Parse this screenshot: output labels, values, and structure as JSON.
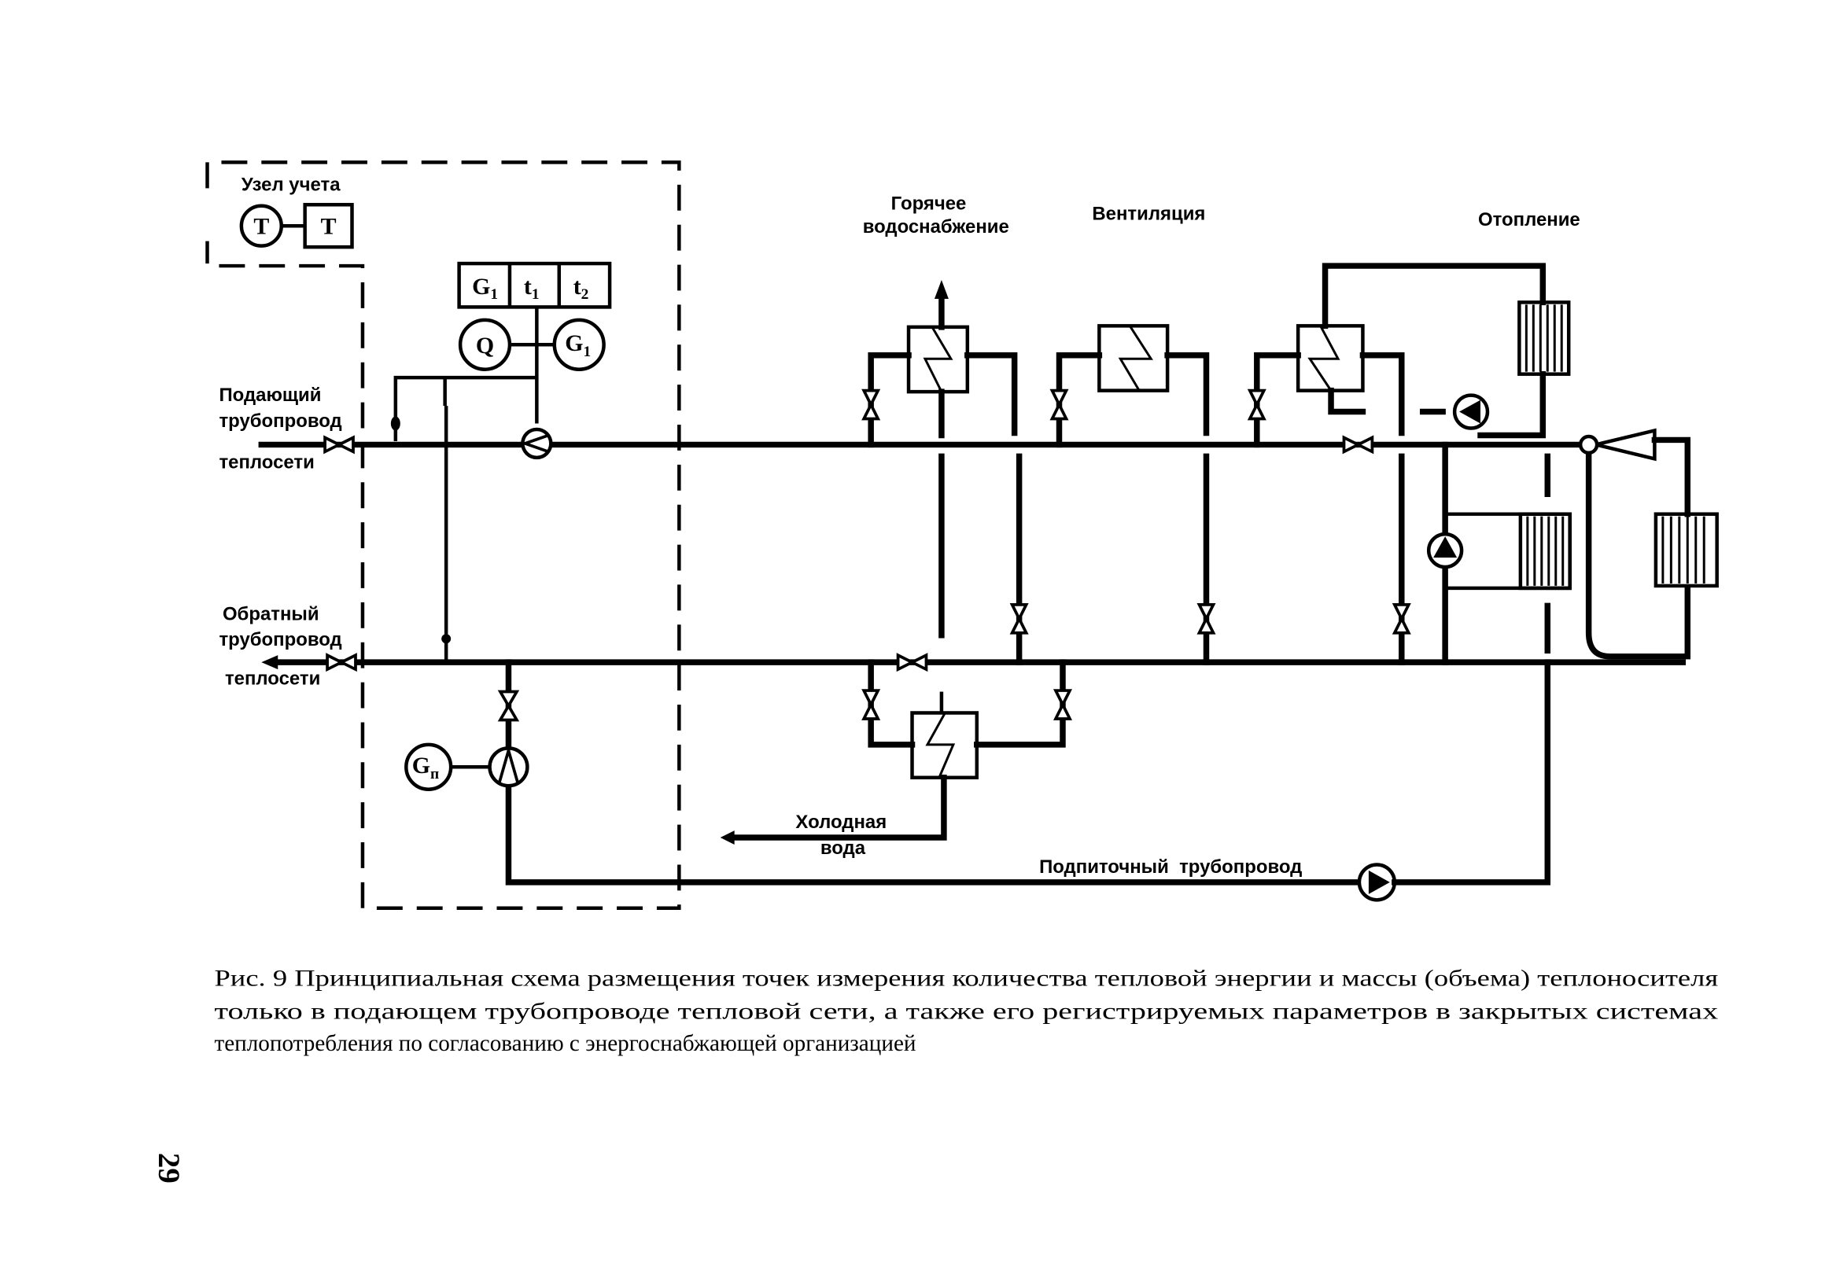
{
  "labels": {
    "metering_unit": "Узел учета",
    "supply_line": [
      "Подающий",
      "трубопровод",
      "теплосети"
    ],
    "return_line": [
      "Обратный",
      "трубопровод",
      "теплосети"
    ],
    "hot_water": [
      "Горячее",
      "водоснабжение"
    ],
    "ventilation": "Вентиляция",
    "heating": "Отопление",
    "cold_water": [
      "Холодная",
      "вода"
    ],
    "makeup_line": "Подпиточный  трубопровод"
  },
  "instruments": {
    "recorder_circle": "T",
    "recorder_box": "T",
    "panel": [
      {
        "base": "G",
        "sub": "1"
      },
      {
        "base": "t",
        "sub": "1"
      },
      {
        "base": "t",
        "sub": "2"
      }
    ],
    "heat_meter": "Q",
    "flow_meter": {
      "base": "G",
      "sub": "1"
    },
    "makeup_meter": {
      "base": "G",
      "sub": "п"
    }
  },
  "caption": {
    "lines": [
      "Рис. 9  Принципиальная схема размещения точек измерения количества тепловой энергии и массы (объема) теплоносителя",
      "только в подающем трубопроводе тепловой сети, а также его регистрируемых параметров в закрытых системах",
      "теплопотребления по согласованию с энергоснабжающей организацией"
    ]
  },
  "page_number": "29"
}
